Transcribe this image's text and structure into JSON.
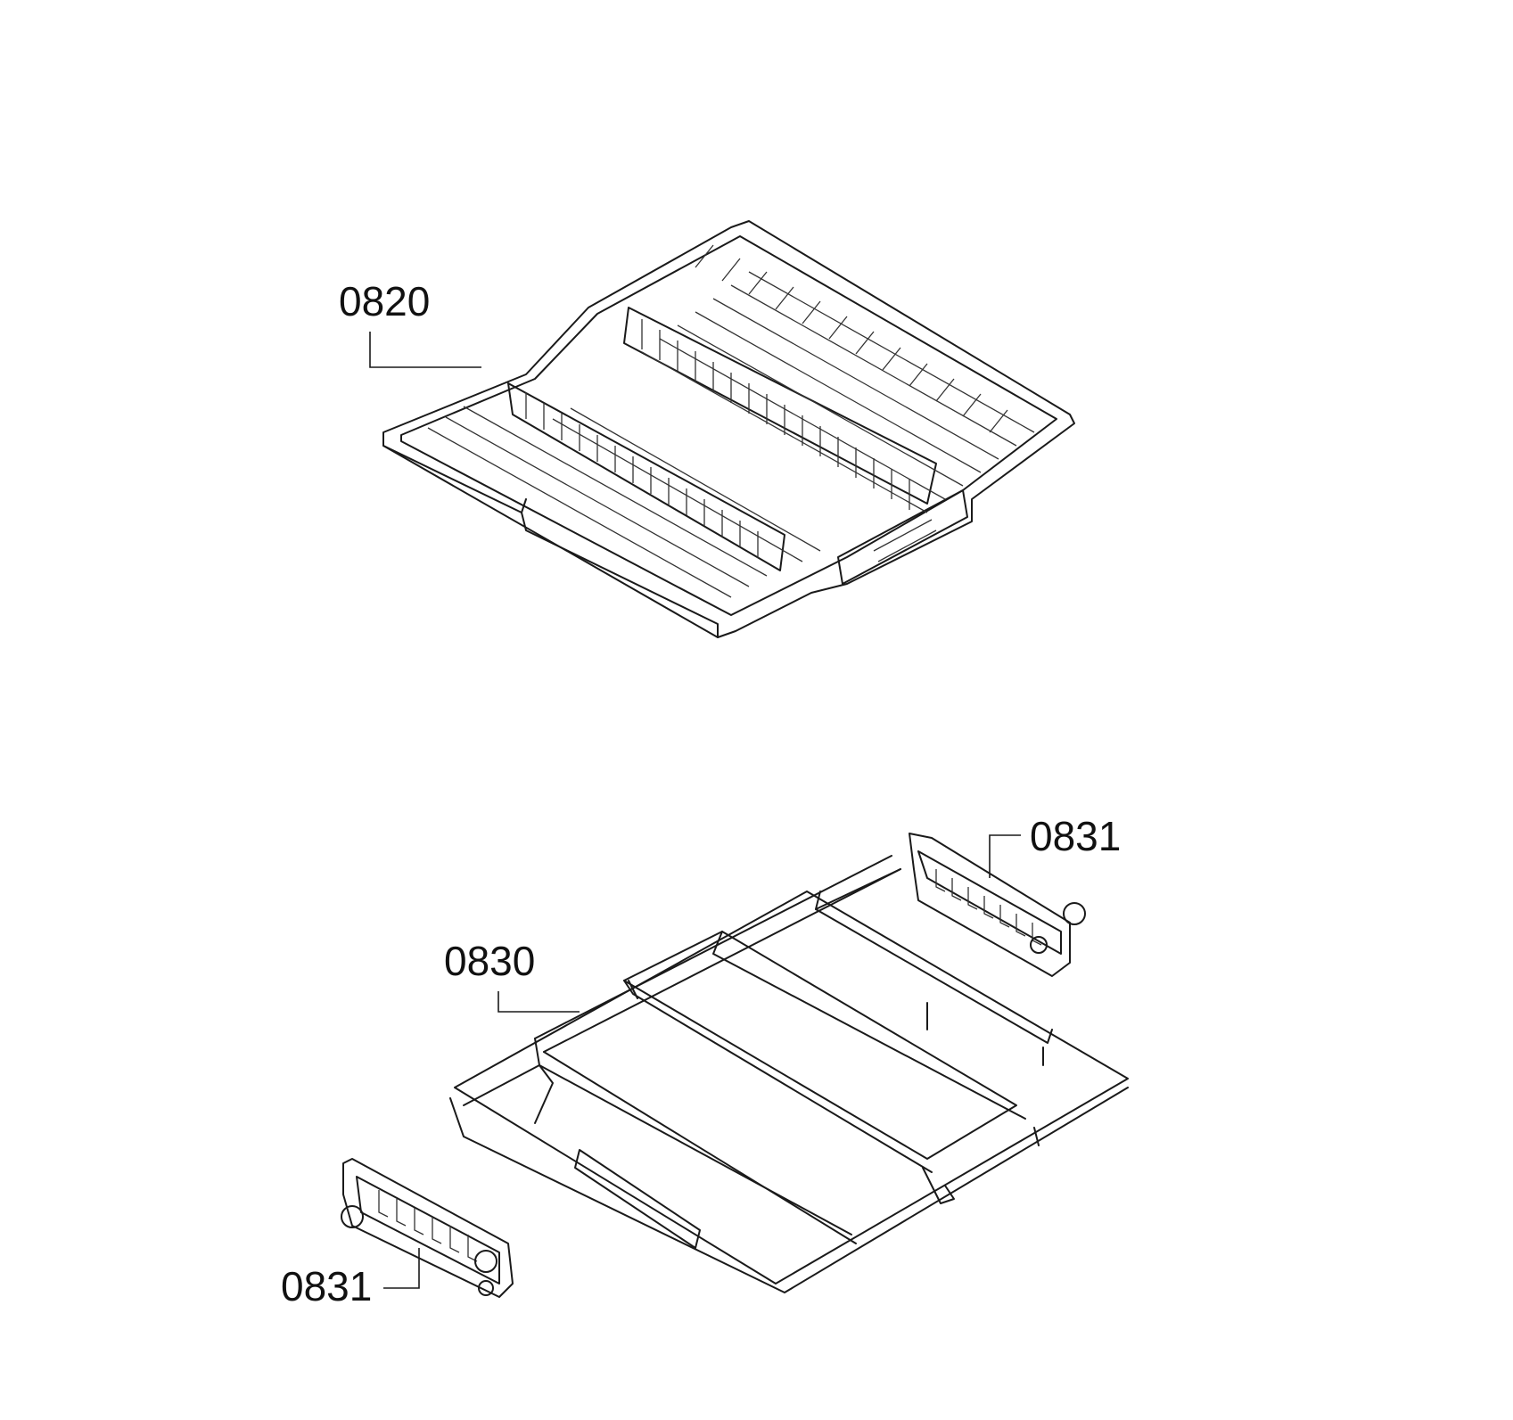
{
  "colors": {
    "background": "#ffffff",
    "line": "#1a1a1a"
  },
  "parts": [
    {
      "id": "tray",
      "label": "0820"
    },
    {
      "id": "wire-rack",
      "label": "0830"
    },
    {
      "id": "rail-right",
      "label": "0831"
    },
    {
      "id": "rail-left",
      "label": "0831"
    }
  ]
}
